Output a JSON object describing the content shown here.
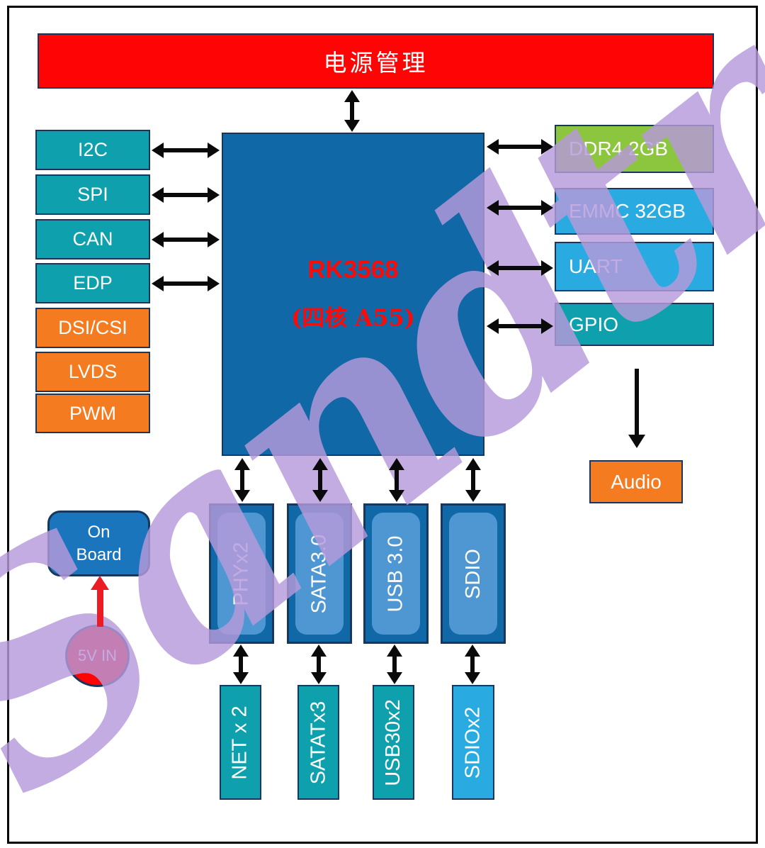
{
  "diagram": {
    "power_bar": {
      "label": "电源管理"
    },
    "cpu": {
      "name": "RK3568",
      "subtitle": "(四核 A55)"
    },
    "left_column": [
      {
        "label": "I2C"
      },
      {
        "label": "SPI"
      },
      {
        "label": "CAN"
      },
      {
        "label": "EDP"
      },
      {
        "label": "DSI/CSI"
      },
      {
        "label": "LVDS"
      },
      {
        "label": "PWM"
      }
    ],
    "right_column": [
      {
        "label": "DDR4 2GB"
      },
      {
        "label": "EMMC 32GB"
      },
      {
        "label": "UART"
      },
      {
        "label": "GPIO"
      }
    ],
    "audio": {
      "label": "Audio"
    },
    "modules": [
      {
        "label": "PHYx2"
      },
      {
        "label": "SATA3.0"
      },
      {
        "label": "USB 3.0"
      },
      {
        "label": "SDIO"
      }
    ],
    "connectors": [
      {
        "label": "NET x 2"
      },
      {
        "label": "SATATx3"
      },
      {
        "label": "USB30x2"
      },
      {
        "label": "SDIOx2"
      }
    ],
    "power_input": {
      "board_line1": "On",
      "board_line2": "Board",
      "label": "5V IN"
    },
    "watermark": "Sandtron",
    "colors": {
      "red": "#FE0404",
      "teal": "#0EA0AC",
      "orange": "#F57B20",
      "dark_blue": "#1068A7",
      "module_inner_blue": "#4E97D3",
      "light_blue": "#29ABE2",
      "green": "#8CC63F",
      "border_navy": "#17375E",
      "on_board_blue": "#1B75BC",
      "watermark_purple": "#B79ADB",
      "arrow_black": "#0A0A0A",
      "power_arrow_red": "#EC1C24"
    }
  }
}
